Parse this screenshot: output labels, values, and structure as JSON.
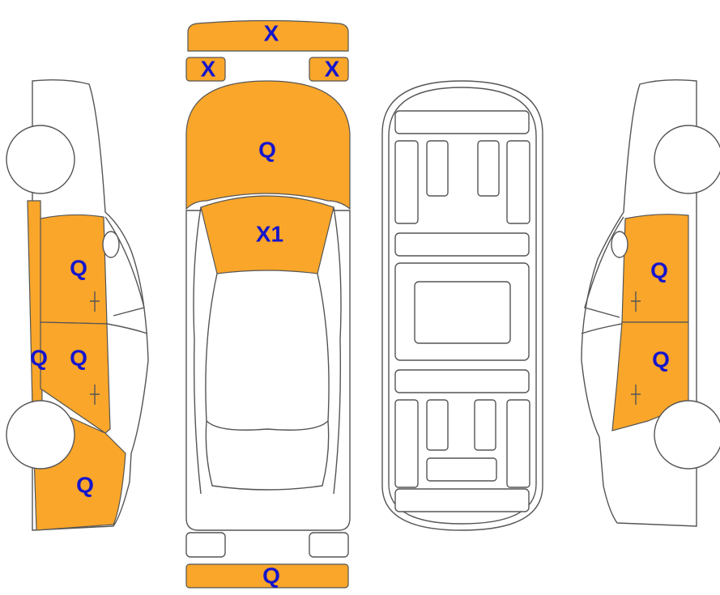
{
  "colors": {
    "damaged": "#F9A62A",
    "label": "#1515CC",
    "outline": "#555555",
    "body": "#FFFFFF"
  },
  "panels": {
    "roof_strip": {
      "label": "X"
    },
    "mirror_left": {
      "label": "X"
    },
    "mirror_right": {
      "label": "X"
    },
    "hood": {
      "label": "Q"
    },
    "windshield": {
      "label": "X1"
    },
    "rear_bumper_strip": {
      "label": "Q"
    },
    "left_front_door": {
      "label": "Q"
    },
    "left_rear_door": {
      "label": "Q"
    },
    "left_rocker": {
      "label": "Q"
    },
    "left_rear_quarter": {
      "label": "Q"
    },
    "right_front_door": {
      "label": "Q"
    },
    "right_rear_door": {
      "label": "Q"
    }
  }
}
